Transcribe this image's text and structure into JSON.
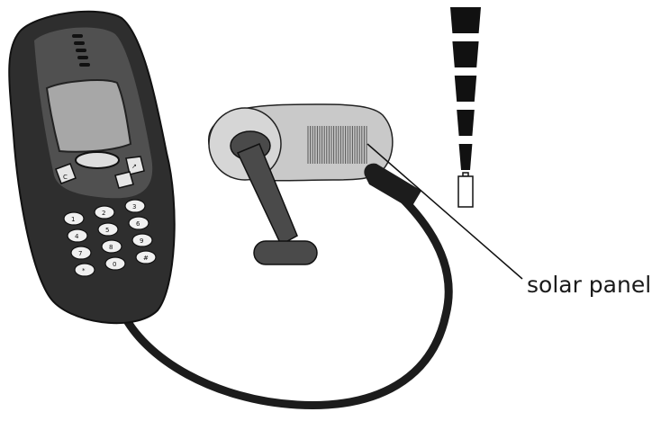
{
  "labels": {
    "solar_panel": "solar panel"
  },
  "keypad": {
    "soft_left": "C",
    "soft_right": "↗",
    "keys": [
      "1",
      "2",
      "3",
      "4",
      "5",
      "6",
      "7",
      "8",
      "9",
      "*",
      "0",
      "#"
    ]
  },
  "battery_indicator": {
    "segments": 5,
    "level": 1.0
  },
  "colors": {
    "phone_body": "#2e2e2e",
    "phone_screen": "#a7a7a7",
    "charger_body": "#c9c9c9",
    "crank": "#4a4a4a",
    "cable": "#1c1c1c",
    "line": "#111111"
  }
}
